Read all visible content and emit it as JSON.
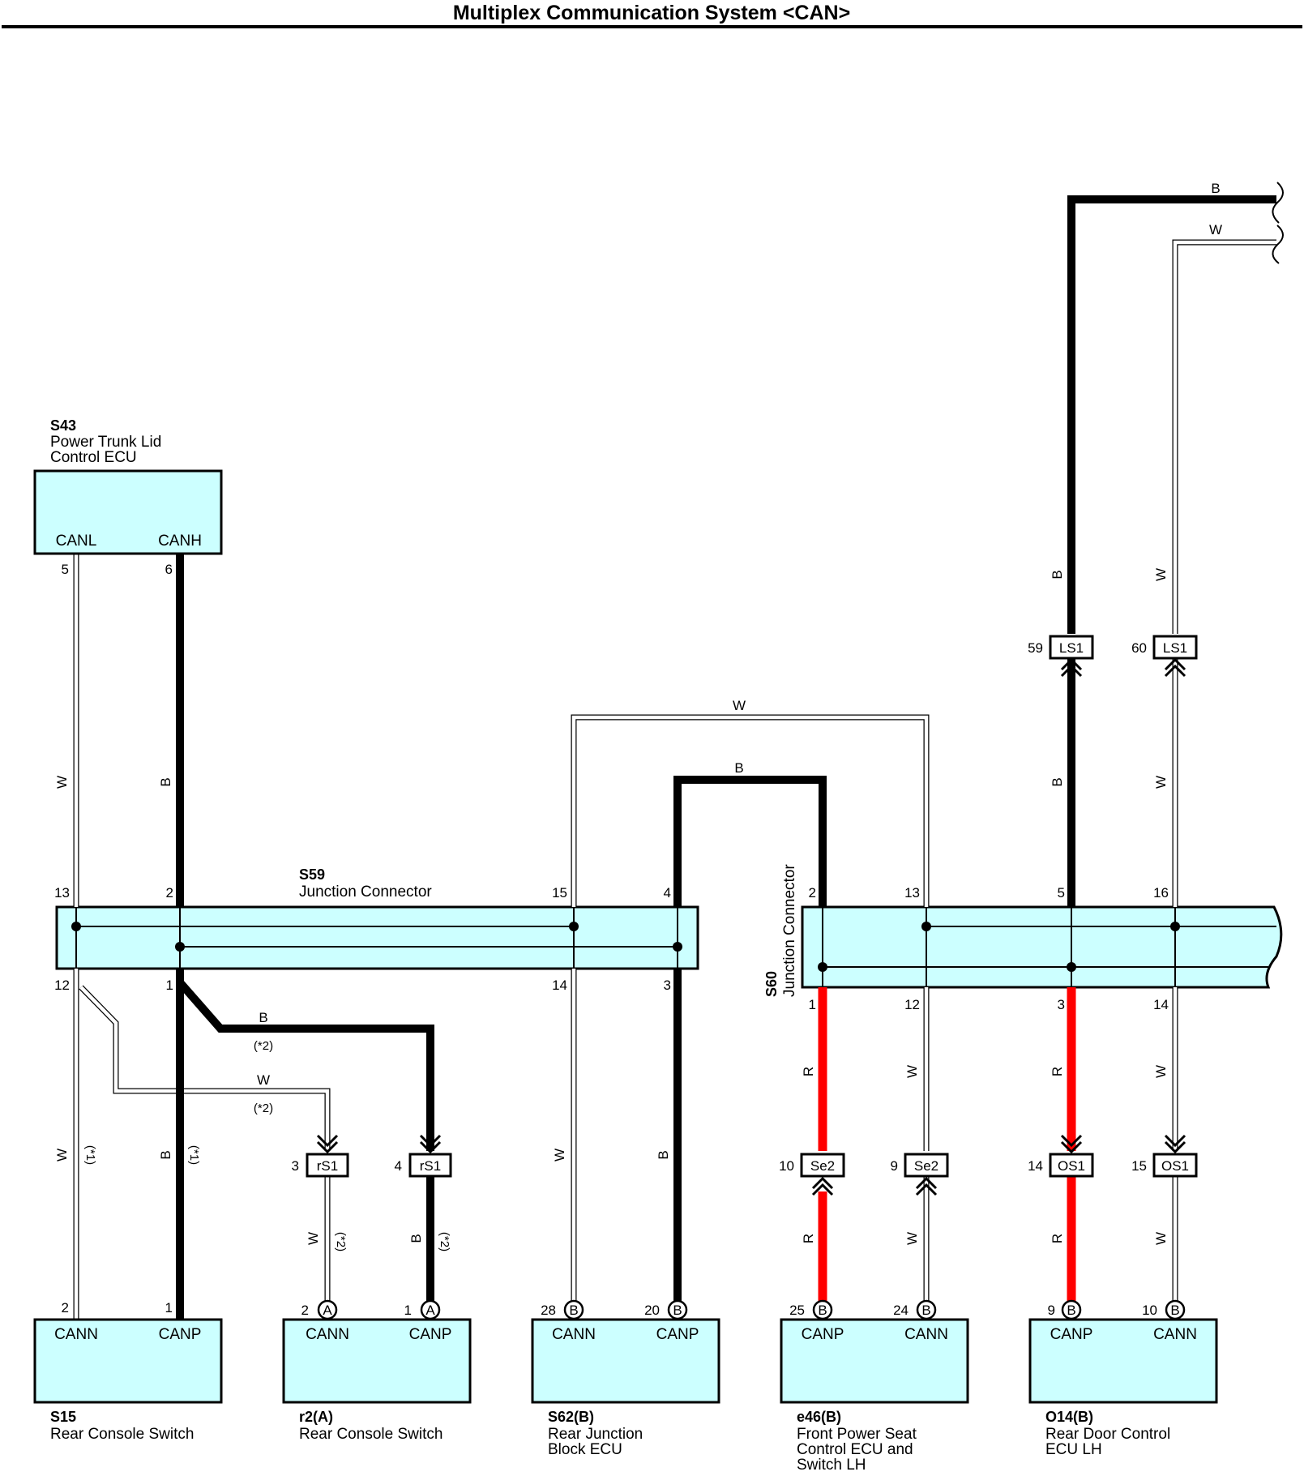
{
  "title": "Multiplex Communication System <CAN>",
  "colors": {
    "box_fill": "#ccffff",
    "wire_black": "#000000",
    "wire_red": "#ff0000",
    "wire_white": "#ffffff"
  },
  "components": {
    "s43": {
      "code": "S43",
      "name_line1": "Power Trunk Lid",
      "name_line2": "Control ECU",
      "term_left": "CANL",
      "term_right": "CANH",
      "pin_left": "5",
      "pin_right": "6"
    },
    "s59": {
      "code": "S59",
      "name": "Junction Connector",
      "pin_top_1": "13",
      "pin_top_2": "2",
      "pin_top_3": "15",
      "pin_top_4": "4",
      "pin_bot_1": "12",
      "pin_bot_2": "1",
      "pin_bot_3": "14",
      "pin_bot_4": "3"
    },
    "s60": {
      "code": "S60",
      "name": "Junction Connector",
      "pin_top_1": "2",
      "pin_top_2": "13",
      "pin_top_3": "5",
      "pin_top_4": "16",
      "pin_bot_1": "1",
      "pin_bot_2": "12",
      "pin_bot_3": "3",
      "pin_bot_4": "14"
    },
    "s15": {
      "code": "S15",
      "name": "Rear Console Switch",
      "term_left": "CANN",
      "term_right": "CANP",
      "pin_left": "2",
      "pin_right": "1"
    },
    "r2": {
      "code": "r2(A)",
      "name": "Rear Console Switch",
      "term_left": "CANN",
      "term_right": "CANP",
      "pin_left": "2",
      "pin_right": "1",
      "tag": "A"
    },
    "s62": {
      "code": "S62(B)",
      "name_line1": "Rear Junction",
      "name_line2": "Block ECU",
      "term_left": "CANN",
      "term_right": "CANP",
      "pin_left": "28",
      "pin_right": "20",
      "tag": "B"
    },
    "e46": {
      "code": "e46(B)",
      "name_line1": "Front Power Seat",
      "name_line2": "Control ECU and",
      "name_line3": "Switch LH",
      "term_left": "CANP",
      "term_right": "CANN",
      "pin_left": "25",
      "pin_right": "24",
      "tag": "B"
    },
    "o14": {
      "code": "O14(B)",
      "name_line1": "Rear Door Control",
      "name_line2": "ECU LH",
      "term_left": "CANP",
      "term_right": "CANN",
      "pin_left": "9",
      "pin_right": "10",
      "tag": "B"
    }
  },
  "connectors": {
    "rs1_a": {
      "label": "rS1",
      "pin": "3"
    },
    "rs1_b": {
      "label": "rS1",
      "pin": "4"
    },
    "ls1_a": {
      "label": "LS1",
      "pin": "59"
    },
    "ls1_b": {
      "label": "LS1",
      "pin": "60"
    },
    "se2_a": {
      "label": "Se2",
      "pin": "10"
    },
    "se2_b": {
      "label": "Se2",
      "pin": "9"
    },
    "os1_a": {
      "label": "OS1",
      "pin": "14"
    },
    "os1_b": {
      "label": "OS1",
      "pin": "15"
    }
  },
  "wire_colors": {
    "black": "B",
    "white": "W",
    "red": "R"
  },
  "notes": {
    "star1": "(*1)",
    "star2": "(*2)"
  }
}
